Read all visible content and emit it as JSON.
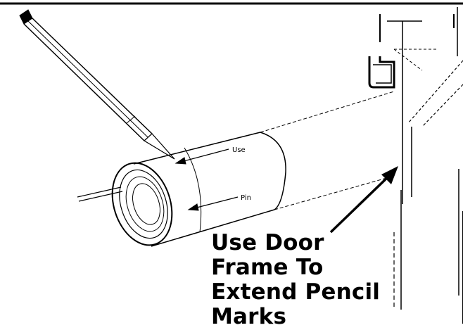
{
  "diagram": {
    "caption_lines": [
      "Use Door",
      "Frame To",
      "Extend Pencil",
      "Marks"
    ],
    "tube_labels": {
      "upper": "Use",
      "lower": "Pin"
    },
    "colors": {
      "ink": "#000000",
      "paper": "#ffffff"
    },
    "icons": [
      "pencil-icon",
      "paper-roll-tube",
      "door-frame",
      "arrow-icon"
    ]
  }
}
